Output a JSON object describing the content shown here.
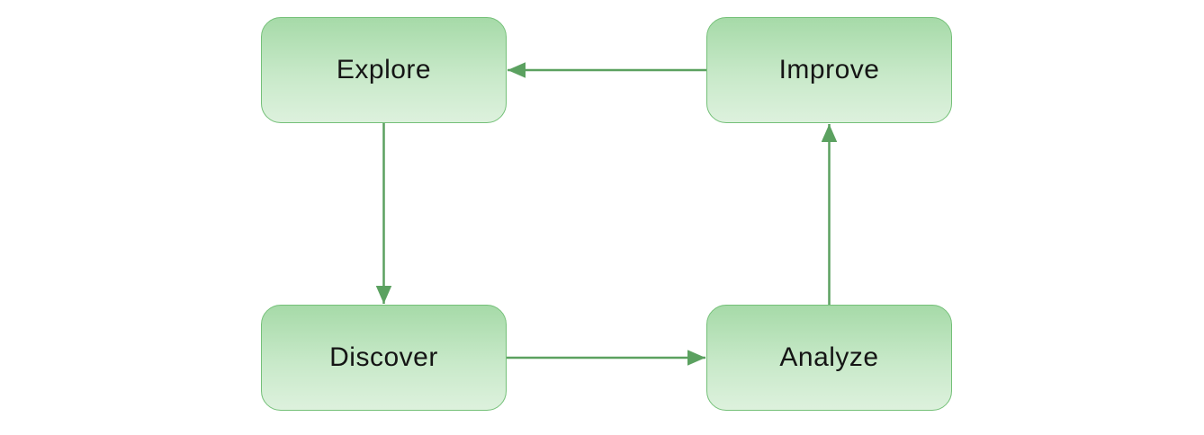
{
  "diagram": {
    "type": "flowchart-cycle",
    "nodes": [
      {
        "id": "explore",
        "label": "Explore"
      },
      {
        "id": "improve",
        "label": "Improve"
      },
      {
        "id": "discover",
        "label": "Discover"
      },
      {
        "id": "analyze",
        "label": "Analyze"
      }
    ],
    "edges": [
      {
        "from": "improve",
        "to": "explore"
      },
      {
        "from": "explore",
        "to": "discover"
      },
      {
        "from": "discover",
        "to": "analyze"
      },
      {
        "from": "analyze",
        "to": "improve"
      }
    ],
    "colors": {
      "node_fill_top": "#a6daa8",
      "node_fill_bottom": "#ddf1dd",
      "node_border": "#74c078",
      "arrow": "#5ba160",
      "text": "#151515",
      "background": "#ffffff"
    }
  }
}
